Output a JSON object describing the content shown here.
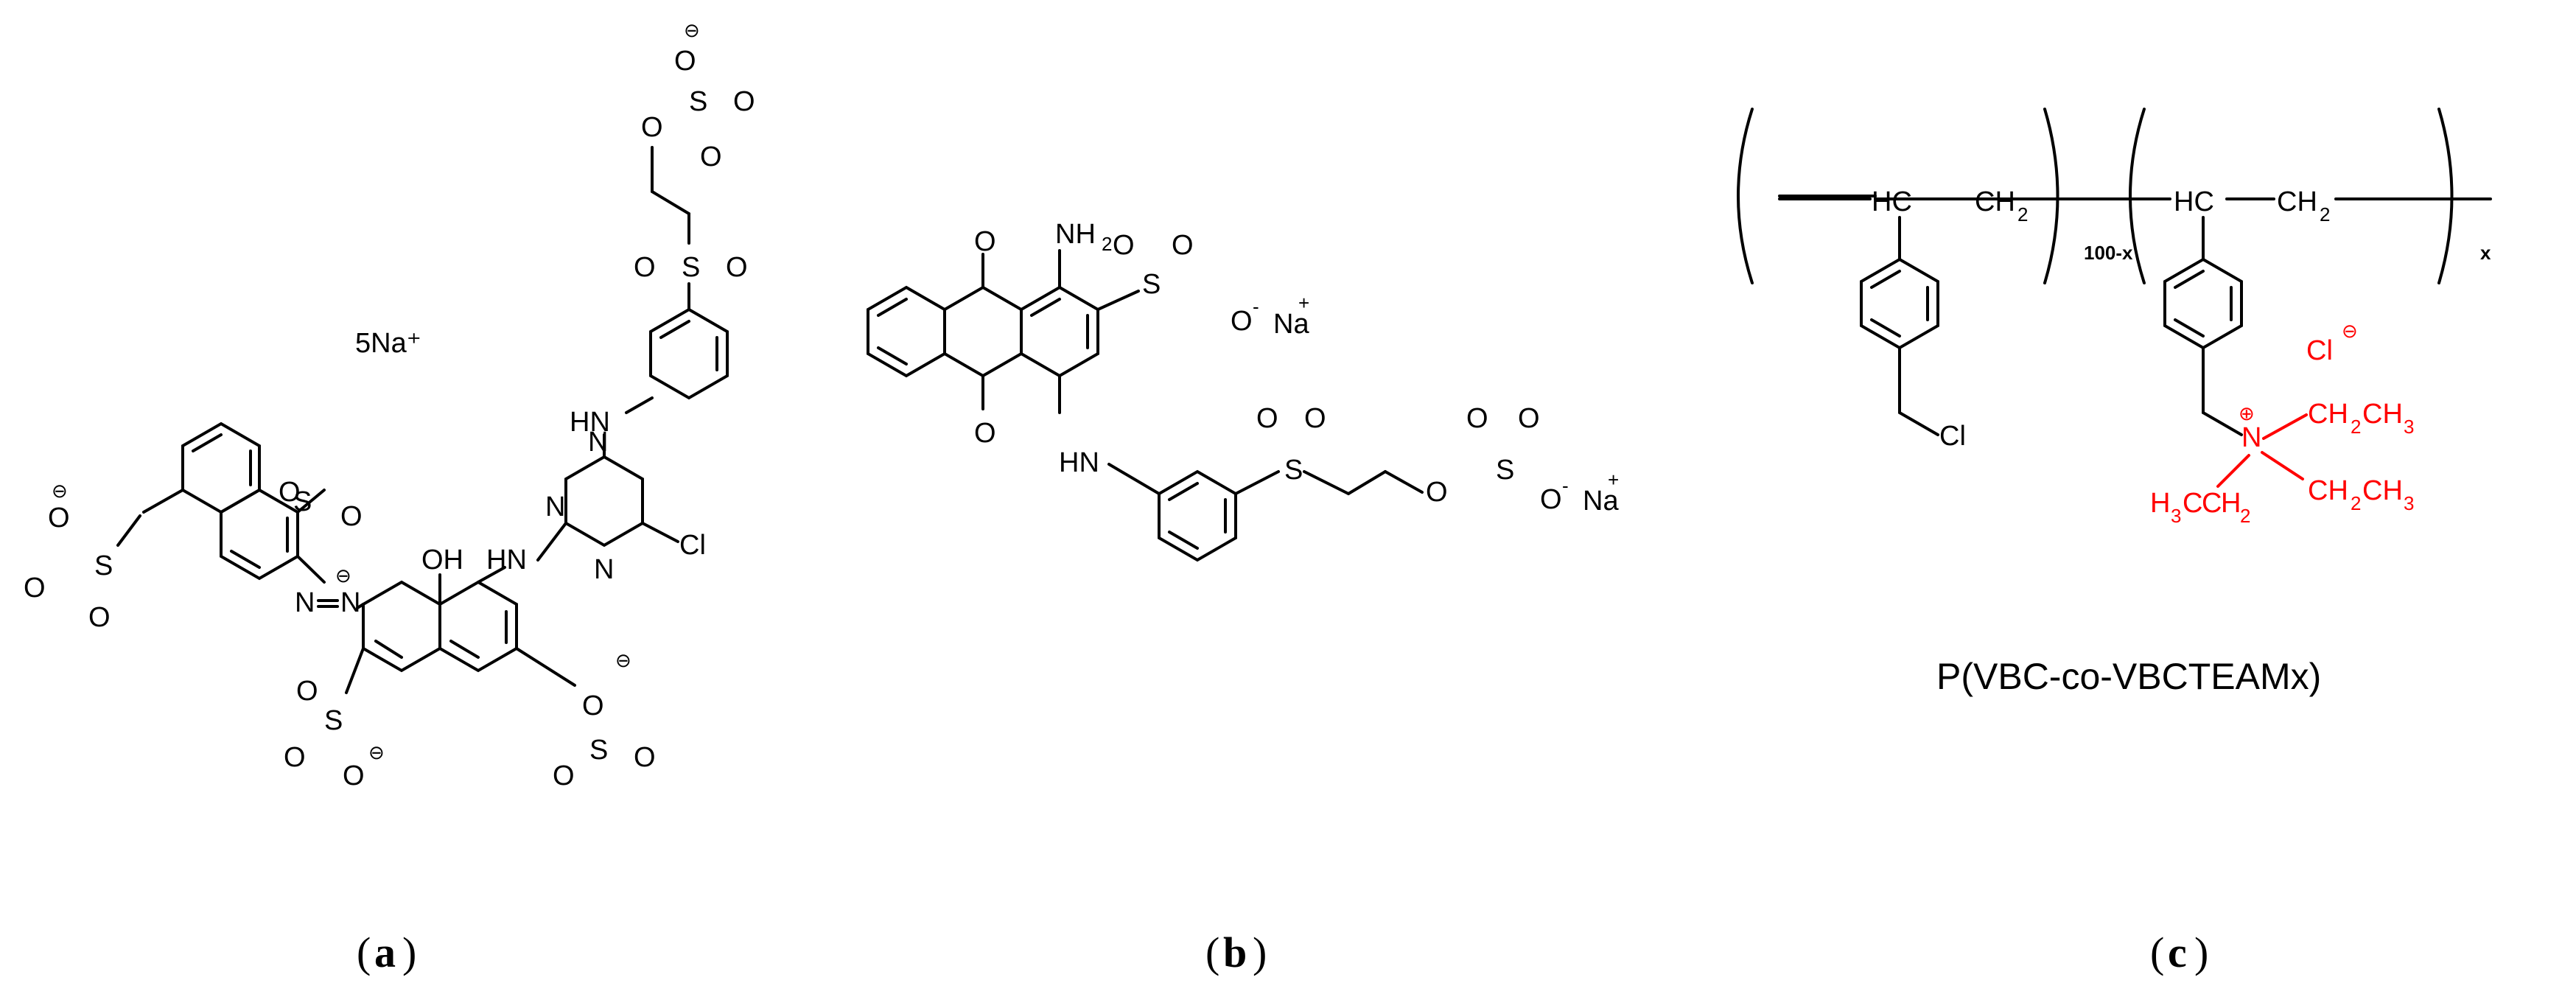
{
  "panel_a": {
    "label_open": "(",
    "label_letter": "a",
    "label_close": ")",
    "counter_ion": "5Na⁺",
    "atoms": {
      "O": "O",
      "S": "S",
      "N": "N",
      "OH": "OH",
      "HN": "HN",
      "Cl": "Cl",
      "minus": "⊖"
    }
  },
  "panel_b": {
    "label_open": "(",
    "label_letter": "b",
    "label_close": ")",
    "atoms": {
      "O": "O",
      "S": "S",
      "NH2_main": "NH",
      "NH2_sub": "2",
      "HN": "HN",
      "O_minus": "O",
      "minus_sup": "-",
      "Na": "Na",
      "plus_sup": "+"
    }
  },
  "panel_c": {
    "label_open": "(",
    "label_letter": "c",
    "label_close": ")",
    "caption": "P(VBC-co-VBCTEAMx)",
    "subscript_left": "100-x",
    "subscript_right": "x",
    "atoms": {
      "HC": "HC",
      "CH": "CH",
      "sub2": "2",
      "Cl": "Cl",
      "Cl_ion": "Cl",
      "N": "N",
      "H3C": "H",
      "sub3": "3",
      "C": "C",
      "CH3": "CH",
      "plus_circle": "⊕",
      "minus_circle": "⊖"
    }
  },
  "colors": {
    "ink": "#000000",
    "highlight": "#ff0000"
  }
}
